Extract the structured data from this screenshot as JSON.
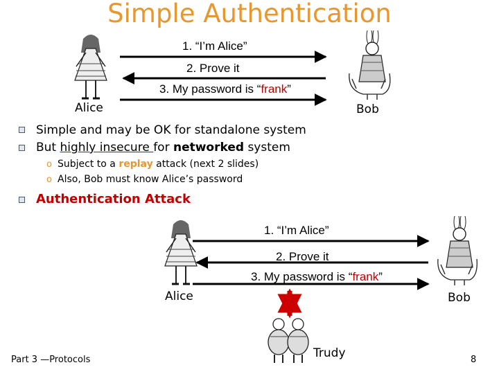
{
  "slide": {
    "title": "Simple Authentication",
    "page_number": "8",
    "footer": "Part 3 —Protocols"
  },
  "top_diagram": {
    "msg1": "1. “I’m Alice”",
    "msg2": "2. Prove it",
    "msg3_prefix": "3. My password is “",
    "msg3_password": "frank",
    "msg3_suffix": "”",
    "alice": "Alice",
    "bob": "Bob"
  },
  "bullets": {
    "b1": "Simple and may be OK for standalone system",
    "b2_prefix": "But ",
    "b2_underlined": "highly insecure ",
    "b2_mid": "for ",
    "b2_bold": "networked",
    "b2_suffix": " system",
    "sub1_prefix": "Subject to a ",
    "sub1_highlight": "replay",
    "sub1_suffix": " attack (next 2 slides)",
    "sub2": "Also, Bob must know Alice’s password",
    "b3": "Authentication Attack"
  },
  "attack_diagram": {
    "msg1": "1. “I’m Alice”",
    "msg2": "2. Prove it",
    "msg3_prefix": "3. My password is “",
    "msg3_password": "frank",
    "msg3_suffix": "”",
    "alice": "Alice",
    "bob": "Bob",
    "trudy": "Trudy"
  },
  "colors": {
    "title": "#E8962E",
    "highlight": "#C00000",
    "arrow": "#000000",
    "interceptor_arrow": "#CC0000"
  }
}
